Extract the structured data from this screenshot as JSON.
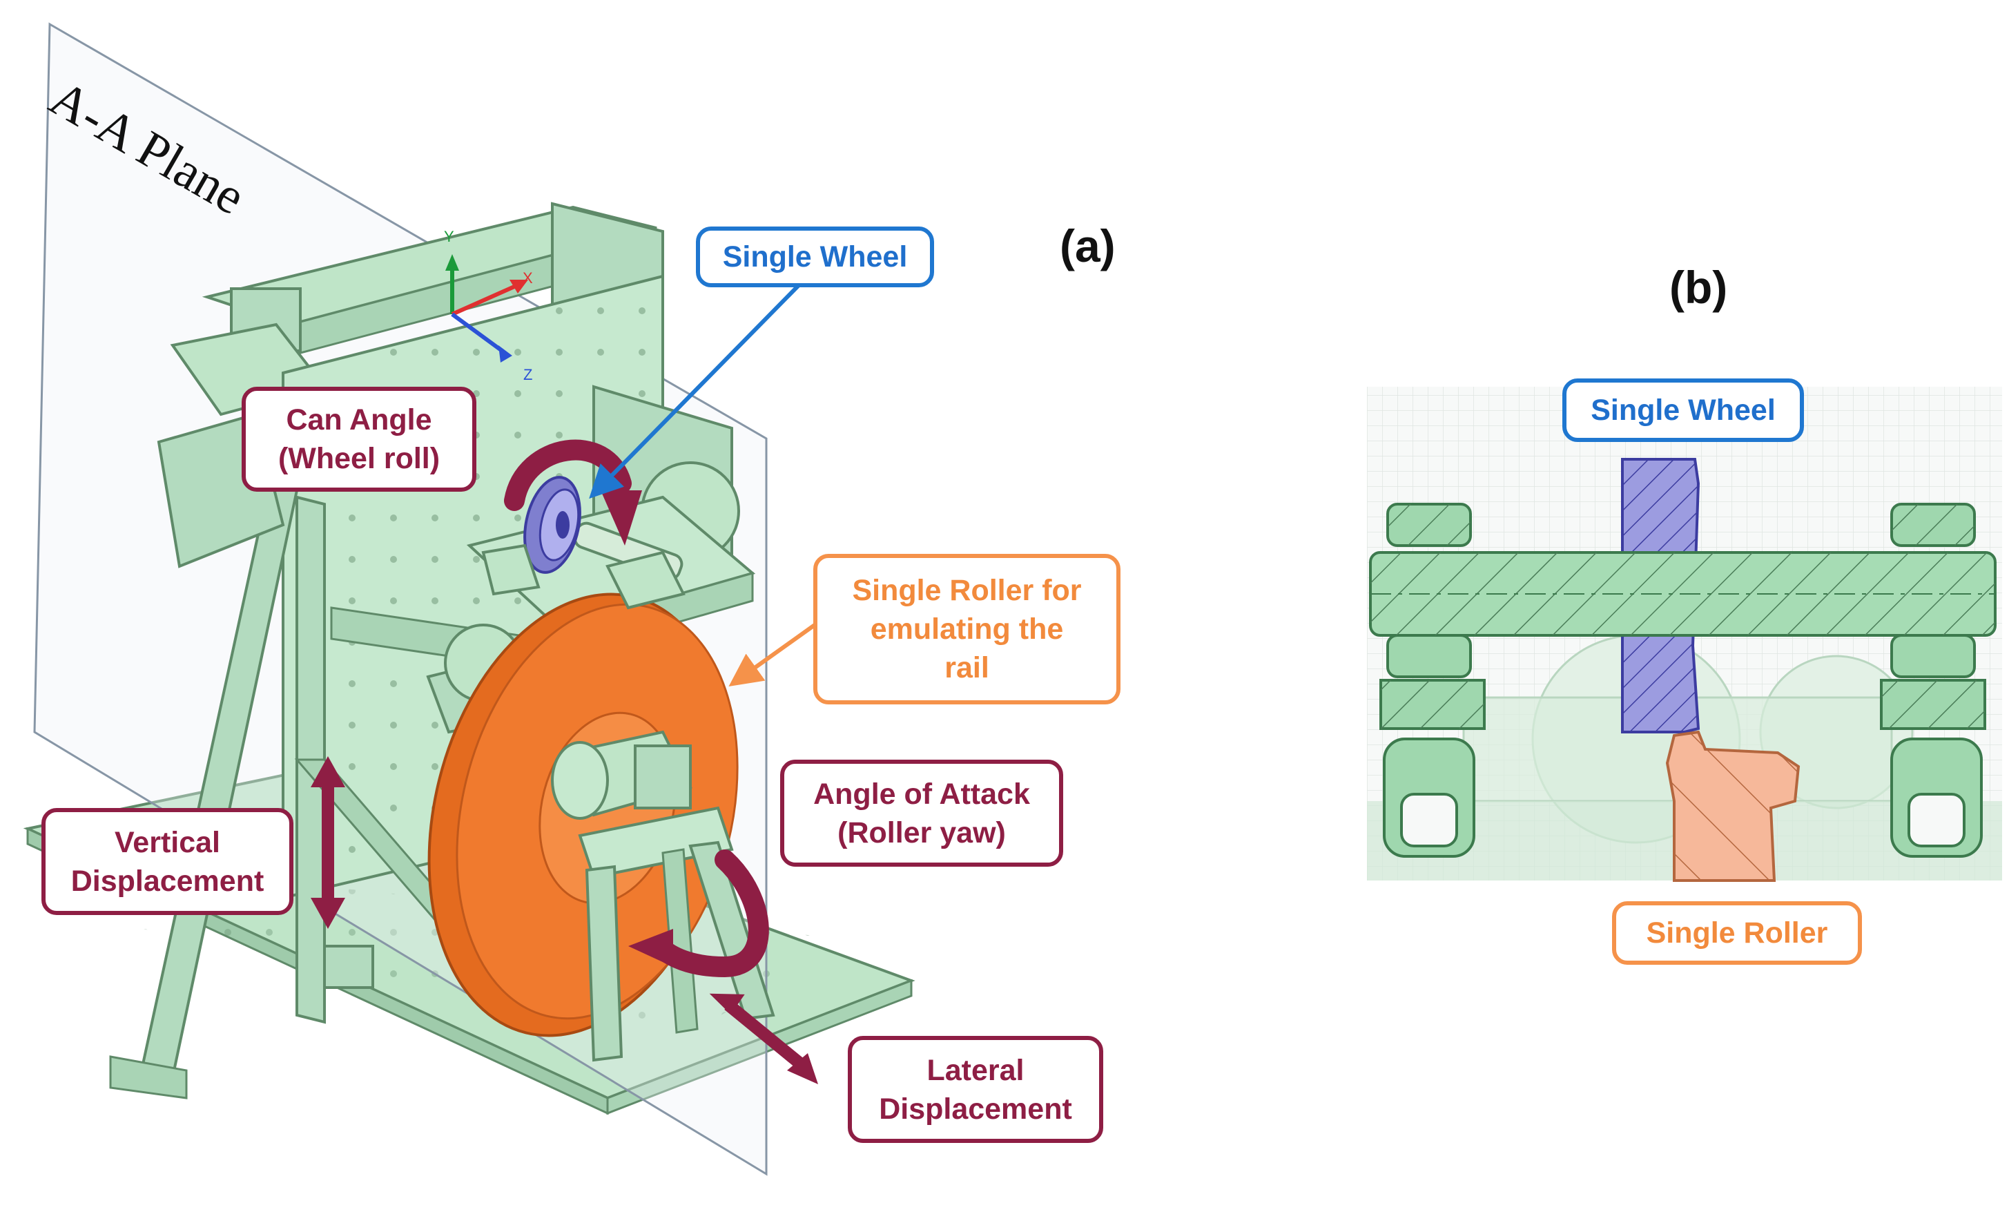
{
  "panels": {
    "a_label": "(a)",
    "b_label": "(b)"
  },
  "plane_label": "A-A Plane",
  "axes": {
    "x": "X",
    "y": "Y",
    "z": "Z"
  },
  "callouts_a": {
    "single_wheel": "Single Wheel",
    "can_angle_line1": "Can Angle",
    "can_angle_line2": "(Wheel roll)",
    "single_roller_line1": "Single Roller for",
    "single_roller_line2": "emulating the",
    "single_roller_line3": "rail",
    "vertical_line1": "Vertical",
    "vertical_line2": "Displacement",
    "attack_line1": "Angle of Attack",
    "attack_line2": "(Roller yaw)",
    "lateral_line1": "Lateral",
    "lateral_line2": "Displacement"
  },
  "callouts_b": {
    "single_wheel": "Single Wheel",
    "single_roller": "Single Roller"
  },
  "colors": {
    "frame_green": "#bfe5c8",
    "frame_stroke": "#5f8a69",
    "roller_orange": "#f07a2e",
    "wheel_purple": "#9c9ce0",
    "arrow_maroon": "#8e1e44",
    "arrow_blue": "#1f77d0",
    "arrow_orange": "#f5924a",
    "section_roller": "#f6b89a"
  }
}
